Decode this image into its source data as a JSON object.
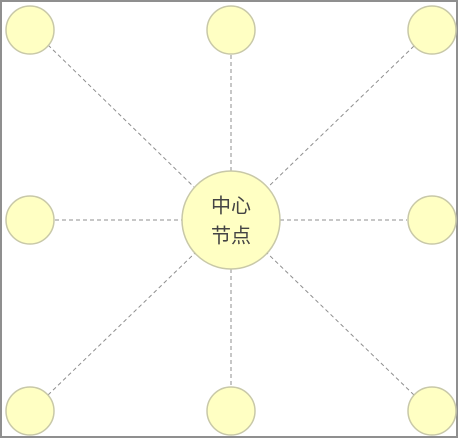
{
  "diagram": {
    "center_node": {
      "label_line1": "中心",
      "label_line2": "节点",
      "fill_color": "#ffffc3",
      "stroke_color": "#c8c8a8"
    },
    "outer_nodes": [
      {
        "id": "top-left",
        "label": ""
      },
      {
        "id": "top-center",
        "label": ""
      },
      {
        "id": "top-right",
        "label": ""
      },
      {
        "id": "middle-left",
        "label": ""
      },
      {
        "id": "middle-right",
        "label": ""
      },
      {
        "id": "bottom-left",
        "label": ""
      },
      {
        "id": "bottom-center",
        "label": ""
      },
      {
        "id": "bottom-right",
        "label": ""
      }
    ],
    "edge_style": "dashed",
    "edge_color": "#8f8f8f",
    "border_color": "#8f8f8f"
  }
}
